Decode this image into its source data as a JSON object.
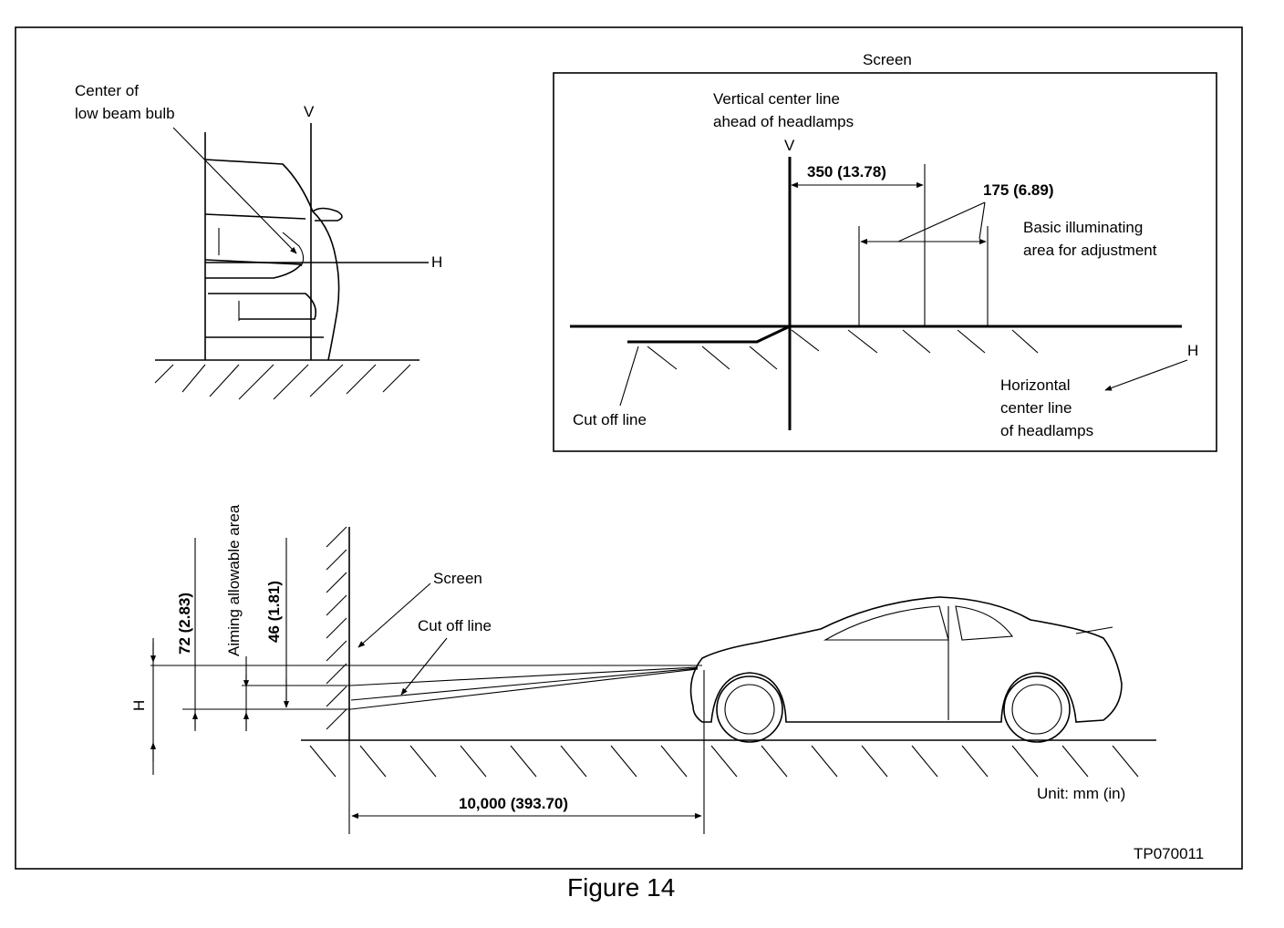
{
  "front_view": {
    "bulb_label_line1": "Center of",
    "bulb_label_line2": "low beam bulb",
    "v_label": "V",
    "h_label": "H"
  },
  "screen_inset": {
    "title": "Screen",
    "vertical_label_line1": "Vertical center line",
    "vertical_label_line2": "ahead of headlamps",
    "v_label": "V",
    "dim_350": "350 (13.78)",
    "dim_175": "175 (6.89)",
    "basic_area_line1": "Basic illuminating",
    "basic_area_line2": "area for adjustment",
    "h_label": "H",
    "cutoff_label": "Cut off line",
    "horizontal_line1": "Horizontal",
    "horizontal_line2": "center line",
    "horizontal_line3": "of headlamps"
  },
  "side_view": {
    "aiming_label": "Aiming allowable area",
    "dim_72": "72 (2.83)",
    "dim_46": "46 (1.81)",
    "h_label": "H",
    "screen_label": "Screen",
    "cutoff_label": "Cut off line",
    "distance_label": "10,000 (393.70)",
    "unit_label": "Unit: mm (in)"
  },
  "figure_code": "TP070011",
  "caption": "Figure 14"
}
